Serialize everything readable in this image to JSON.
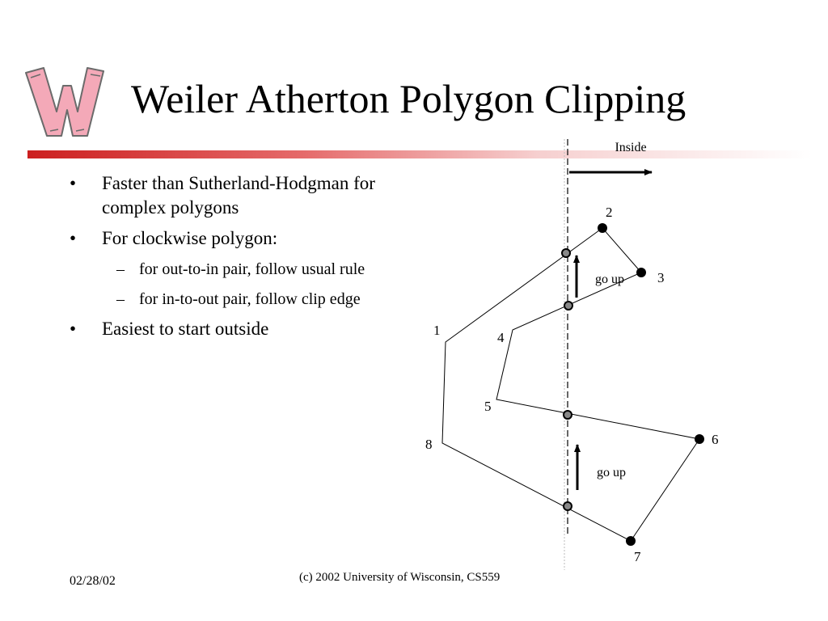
{
  "slide": {
    "title": "Weiler Atherton Polygon Clipping",
    "bullets": [
      {
        "level": 1,
        "text": "Faster than Sutherland-Hodgman for complex polygons"
      },
      {
        "level": 1,
        "text": "For clockwise polygon:"
      },
      {
        "level": 2,
        "text": "for out-to-in pair, follow usual rule"
      },
      {
        "level": 2,
        "text": "for in-to-out pair, follow clip edge"
      },
      {
        "level": 1,
        "text": "Easiest to start outside"
      }
    ]
  },
  "diagram": {
    "inside_label": "Inside",
    "vertex_labels": [
      "1",
      "2",
      "3",
      "4",
      "5",
      "6",
      "7",
      "8"
    ],
    "arrow_labels": [
      "go up",
      "go up"
    ]
  },
  "footer": {
    "date": "02/28/02",
    "copyright": "(c) 2002 University of Wisconsin, CS559"
  },
  "colors": {
    "accent": "#cc1f1f",
    "logo_fill": "#f4a9b8"
  }
}
